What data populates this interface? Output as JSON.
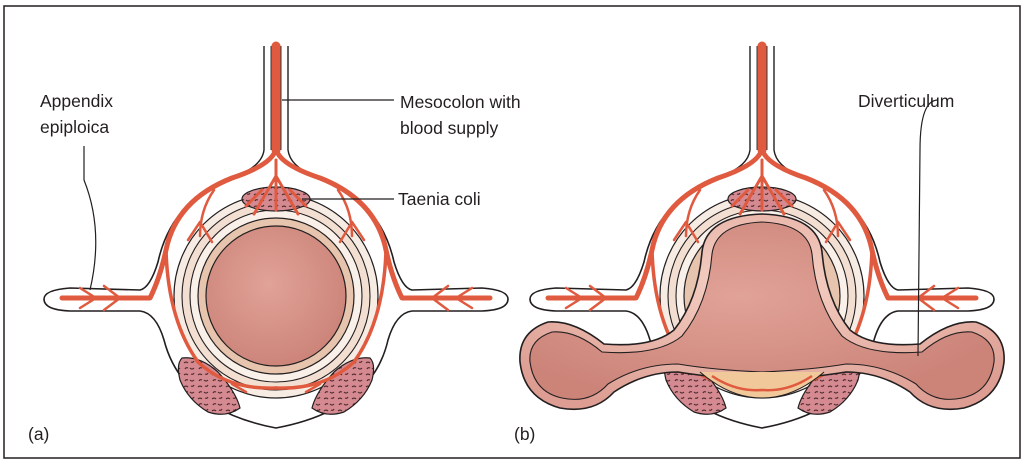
{
  "panels": [
    {
      "id": "a",
      "panel_label": "(a)",
      "labels": {
        "mesocolon": [
          "Mesocolon with",
          "blood supply"
        ],
        "appendix": [
          "Appendix",
          "epiploica"
        ],
        "taenia": "Taenia coli"
      }
    },
    {
      "id": "b",
      "panel_label": "(b)",
      "labels": {
        "diverticulum": "Diverticulum"
      }
    }
  ],
  "colors": {
    "artery": "#e05a3f",
    "lumen": "#d9958a",
    "wall_light": "#f3dfd2",
    "taenia": "#d48a90",
    "outline": "#231f20"
  }
}
